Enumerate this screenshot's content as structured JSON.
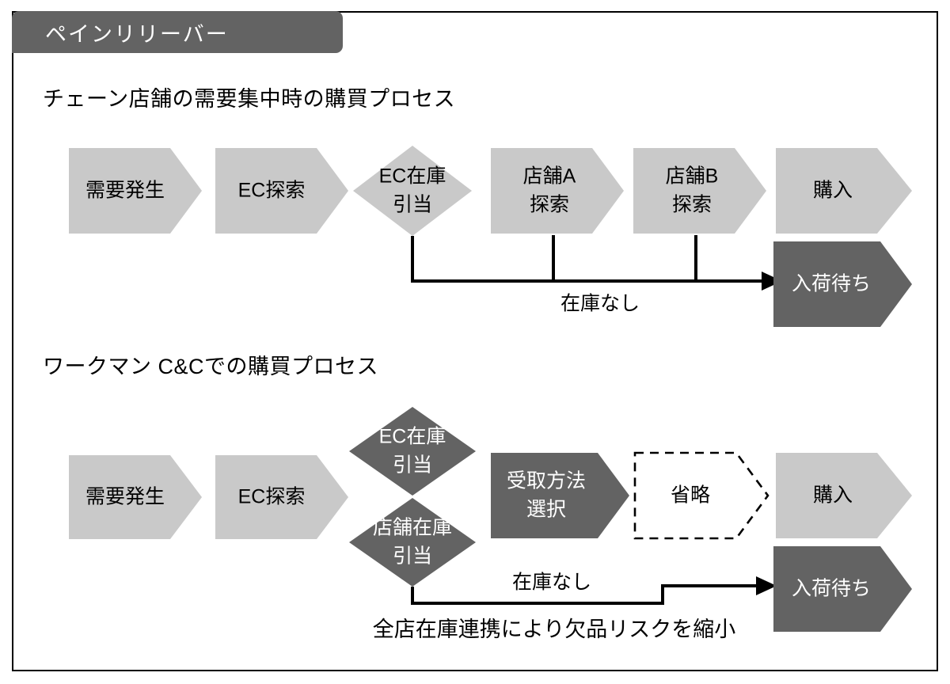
{
  "panel": {
    "title": "ペインリリーバー",
    "title_bg": "#636363",
    "border_color": "#000000"
  },
  "colors": {
    "light_fill": "#c9c9c9",
    "dark_fill": "#636363",
    "line": "#000000",
    "dashed_fill": "#ffffff"
  },
  "sections": [
    {
      "heading": "チェーン店舗の需要集中時の購買プロセス",
      "nodes": [
        {
          "label": "需要発生",
          "shape": "chevron",
          "tone": "light"
        },
        {
          "label": "EC探索",
          "shape": "chevron",
          "tone": "light"
        },
        {
          "label_line1": "EC在庫",
          "label_line2": "引当",
          "shape": "diamond",
          "tone": "light"
        },
        {
          "label_line1": "店舗A",
          "label_line2": "探索",
          "shape": "chevron",
          "tone": "light"
        },
        {
          "label_line1": "店舗B",
          "label_line2": "探索",
          "shape": "chevron",
          "tone": "light"
        },
        {
          "label": "購入",
          "shape": "chevron",
          "tone": "light"
        },
        {
          "label": "入荷待ち",
          "shape": "chevron",
          "tone": "dark"
        }
      ],
      "edge_label": "在庫なし"
    },
    {
      "heading": "ワークマン C&Cでの購買プロセス",
      "nodes": [
        {
          "label": "需要発生",
          "shape": "chevron",
          "tone": "light"
        },
        {
          "label": "EC探索",
          "shape": "chevron",
          "tone": "light"
        },
        {
          "label_line1": "EC在庫",
          "label_line2": "引当",
          "shape": "diamond",
          "tone": "dark"
        },
        {
          "label_line1": "店舗在庫",
          "label_line2": "引当",
          "shape": "diamond",
          "tone": "dark"
        },
        {
          "label_line1": "受取方法",
          "label_line2": "選択",
          "shape": "chevron",
          "tone": "dark"
        },
        {
          "label": "省略",
          "shape": "chevron",
          "tone": "dashed"
        },
        {
          "label": "購入",
          "shape": "chevron",
          "tone": "light"
        },
        {
          "label": "入荷待ち",
          "shape": "chevron",
          "tone": "dark"
        }
      ],
      "edge_label": "在庫なし",
      "caption": "全店在庫連携により欠品リスクを縮小"
    }
  ]
}
